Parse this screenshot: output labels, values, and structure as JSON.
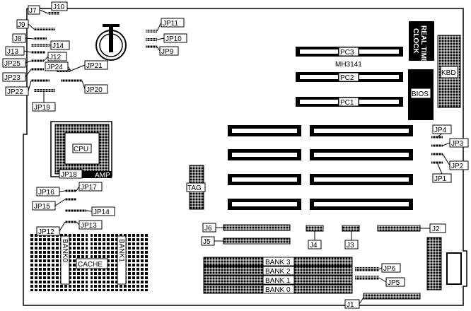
{
  "board_model": "MH3141",
  "chips": {
    "cpu": "CPU",
    "cache": "CACHE",
    "tag": "TAG",
    "bios": "BIOS",
    "kbd": "KBD",
    "rtc_line1": "REAL TIME",
    "rtc_line2": "CLOCK",
    "amp": "AMP"
  },
  "slots": {
    "pc1": "PC1",
    "pc2": "PC2",
    "pc3": "PC3"
  },
  "banks": {
    "bank0": "BANK 0",
    "bank1": "BANK 1",
    "bank2": "BANK 2",
    "bank3": "BANK 3",
    "cache_bank0": "BANK0",
    "cache_bank1": "BANK1"
  },
  "connectors": {
    "j1": "J1",
    "j2": "J2",
    "j3": "J3",
    "j4": "J4",
    "j5": "J5",
    "j6": "J6",
    "j7": "J7",
    "j8": "J8",
    "j9": "J9",
    "j10": "J10",
    "j12": "J12",
    "j13": "J13",
    "j14": "J14"
  },
  "jumpers": {
    "jp1": "JP1",
    "jp2": "JP2",
    "jp3": "JP3",
    "jp4": "JP4",
    "jp5": "JP5",
    "jp6": "JP6",
    "jp9": "JP9",
    "jp10": "JP10",
    "jp11": "JP11",
    "jp12": "JP12",
    "jp13": "JP13",
    "jp14": "JP14",
    "jp15": "JP15",
    "jp16": "JP16",
    "jp17": "JP17",
    "jp18": "JP18",
    "jp19": "JP19",
    "jp20": "JP20",
    "jp21": "JP21",
    "jp22": "JP22",
    "jp23": "JP23",
    "jp24": "JP24",
    "jp25": "JP25"
  }
}
